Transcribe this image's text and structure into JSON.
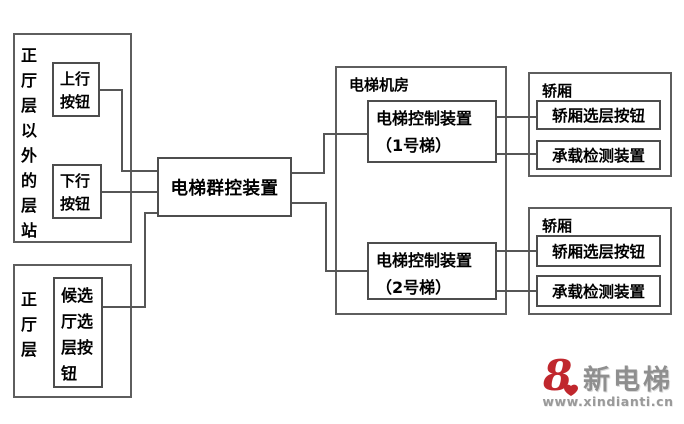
{
  "diagram": {
    "leftTop": {
      "label": "正厅层以外的层站",
      "upButton": "上行按钮",
      "downButton": "下行按钮"
    },
    "leftBottom": {
      "label": "正厅层",
      "hallButton": "候选厅选层按钮"
    },
    "groupControl": "电梯群控装置",
    "machineRoom": {
      "label": "电梯机房",
      "ctrl1": "电梯控制装置\n（1号梯）",
      "ctrl2": "电梯控制装置\n（2号梯）"
    },
    "carTop": {
      "label": "轿厢",
      "selectButton": "轿厢选层按钮",
      "loadDevice": "承载检测装置"
    },
    "carBottom": {
      "label": "轿厢",
      "selectButton": "轿厢选层按钮",
      "loadDevice": "承载检测装置"
    }
  },
  "logo": {
    "brand": "新电梯",
    "url": "www.xindianti.cn",
    "mark_glyph": "8"
  },
  "colors": {
    "line": "#565656",
    "text": "#000000",
    "logo_red": "#c0272d",
    "logo_gray": "#9a9a9a"
  }
}
